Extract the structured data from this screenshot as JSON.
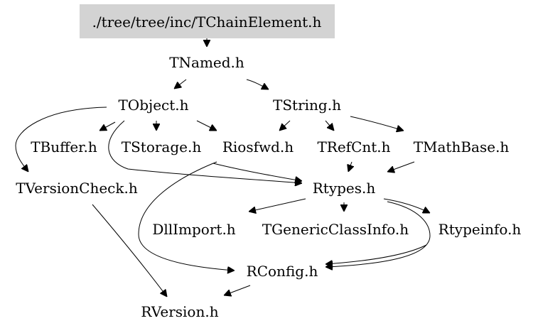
{
  "diagram": {
    "root_fill": "#d3d3d3",
    "nodes": [
      {
        "id": "root",
        "label": "./tree/tree/inc/TChainElement.h"
      },
      {
        "id": "tnamed",
        "label": "TNamed.h"
      },
      {
        "id": "tobject",
        "label": "TObject.h"
      },
      {
        "id": "tstring",
        "label": "TString.h"
      },
      {
        "id": "tbuffer",
        "label": "TBuffer.h"
      },
      {
        "id": "tstorage",
        "label": "TStorage.h"
      },
      {
        "id": "riosfwd",
        "label": "Riosfwd.h"
      },
      {
        "id": "trefcnt",
        "label": "TRefCnt.h"
      },
      {
        "id": "tmathbase",
        "label": "TMathBase.h"
      },
      {
        "id": "tversioncheck",
        "label": "TVersionCheck.h"
      },
      {
        "id": "rtypes",
        "label": "Rtypes.h"
      },
      {
        "id": "dllimport",
        "label": "DllImport.h"
      },
      {
        "id": "tgenericclassinfo",
        "label": "TGenericClassInfo.h"
      },
      {
        "id": "rtypeinfo",
        "label": "Rtypeinfo.h"
      },
      {
        "id": "rconfig",
        "label": "RConfig.h"
      },
      {
        "id": "rversion",
        "label": "RVersion.h"
      }
    ],
    "edges": [
      {
        "from": "root",
        "to": "tnamed"
      },
      {
        "from": "tnamed",
        "to": "tobject"
      },
      {
        "from": "tnamed",
        "to": "tstring"
      },
      {
        "from": "tobject",
        "to": "tbuffer"
      },
      {
        "from": "tobject",
        "to": "tstorage"
      },
      {
        "from": "tobject",
        "to": "riosfwd"
      },
      {
        "from": "tobject",
        "to": "tversioncheck"
      },
      {
        "from": "tobject",
        "to": "rtypes"
      },
      {
        "from": "tstring",
        "to": "riosfwd"
      },
      {
        "from": "tstring",
        "to": "trefcnt"
      },
      {
        "from": "tstring",
        "to": "tmathbase"
      },
      {
        "from": "riosfwd",
        "to": "rtypes"
      },
      {
        "from": "riosfwd",
        "to": "rconfig"
      },
      {
        "from": "trefcnt",
        "to": "rtypes"
      },
      {
        "from": "tmathbase",
        "to": "rtypes"
      },
      {
        "from": "rtypes",
        "to": "dllimport"
      },
      {
        "from": "rtypes",
        "to": "tgenericclassinfo"
      },
      {
        "from": "rtypes",
        "to": "rtypeinfo"
      },
      {
        "from": "rtypes",
        "to": "rconfig"
      },
      {
        "from": "rtypeinfo",
        "to": "rconfig"
      },
      {
        "from": "tversioncheck",
        "to": "rversion"
      },
      {
        "from": "rconfig",
        "to": "rversion"
      }
    ]
  }
}
